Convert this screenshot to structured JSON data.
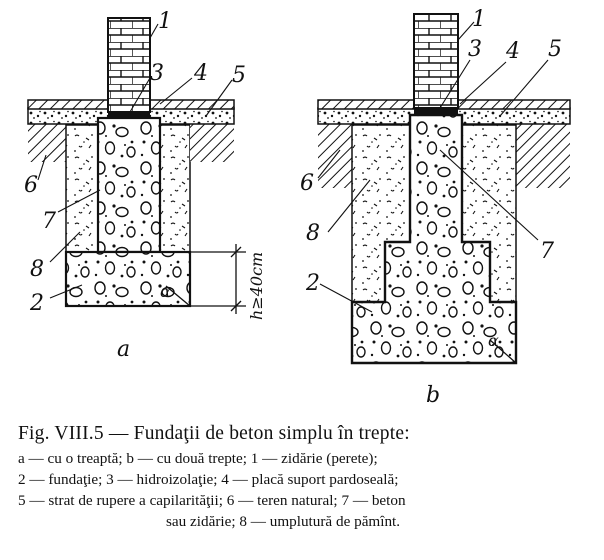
{
  "figure": {
    "left_labels": [
      "1",
      "3",
      "4",
      "5",
      "6",
      "7",
      "8",
      "2"
    ],
    "right_labels": [
      "1",
      "3",
      "4",
      "5",
      "6",
      "8",
      "7",
      "2"
    ],
    "dimension_label": "h≥40cm",
    "angle_label": "α",
    "subfigures": [
      "a",
      "b"
    ]
  },
  "caption": {
    "title": "Fig. VIII.5 — Fundaţii de beton simplu în trepte:",
    "line1": "a — cu o treaptă; b — cu două trepte; 1 — zidărie (perete);",
    "line2": "2 — fundaţie; 3 — hidroizolaţie; 4 — placă suport pardoseală;",
    "line3": "5 — strat de rupere a capilarităţii; 6 — teren natural; 7 — beton",
    "line4": "sau zidărie; 8 — umplutură de pămînt."
  }
}
